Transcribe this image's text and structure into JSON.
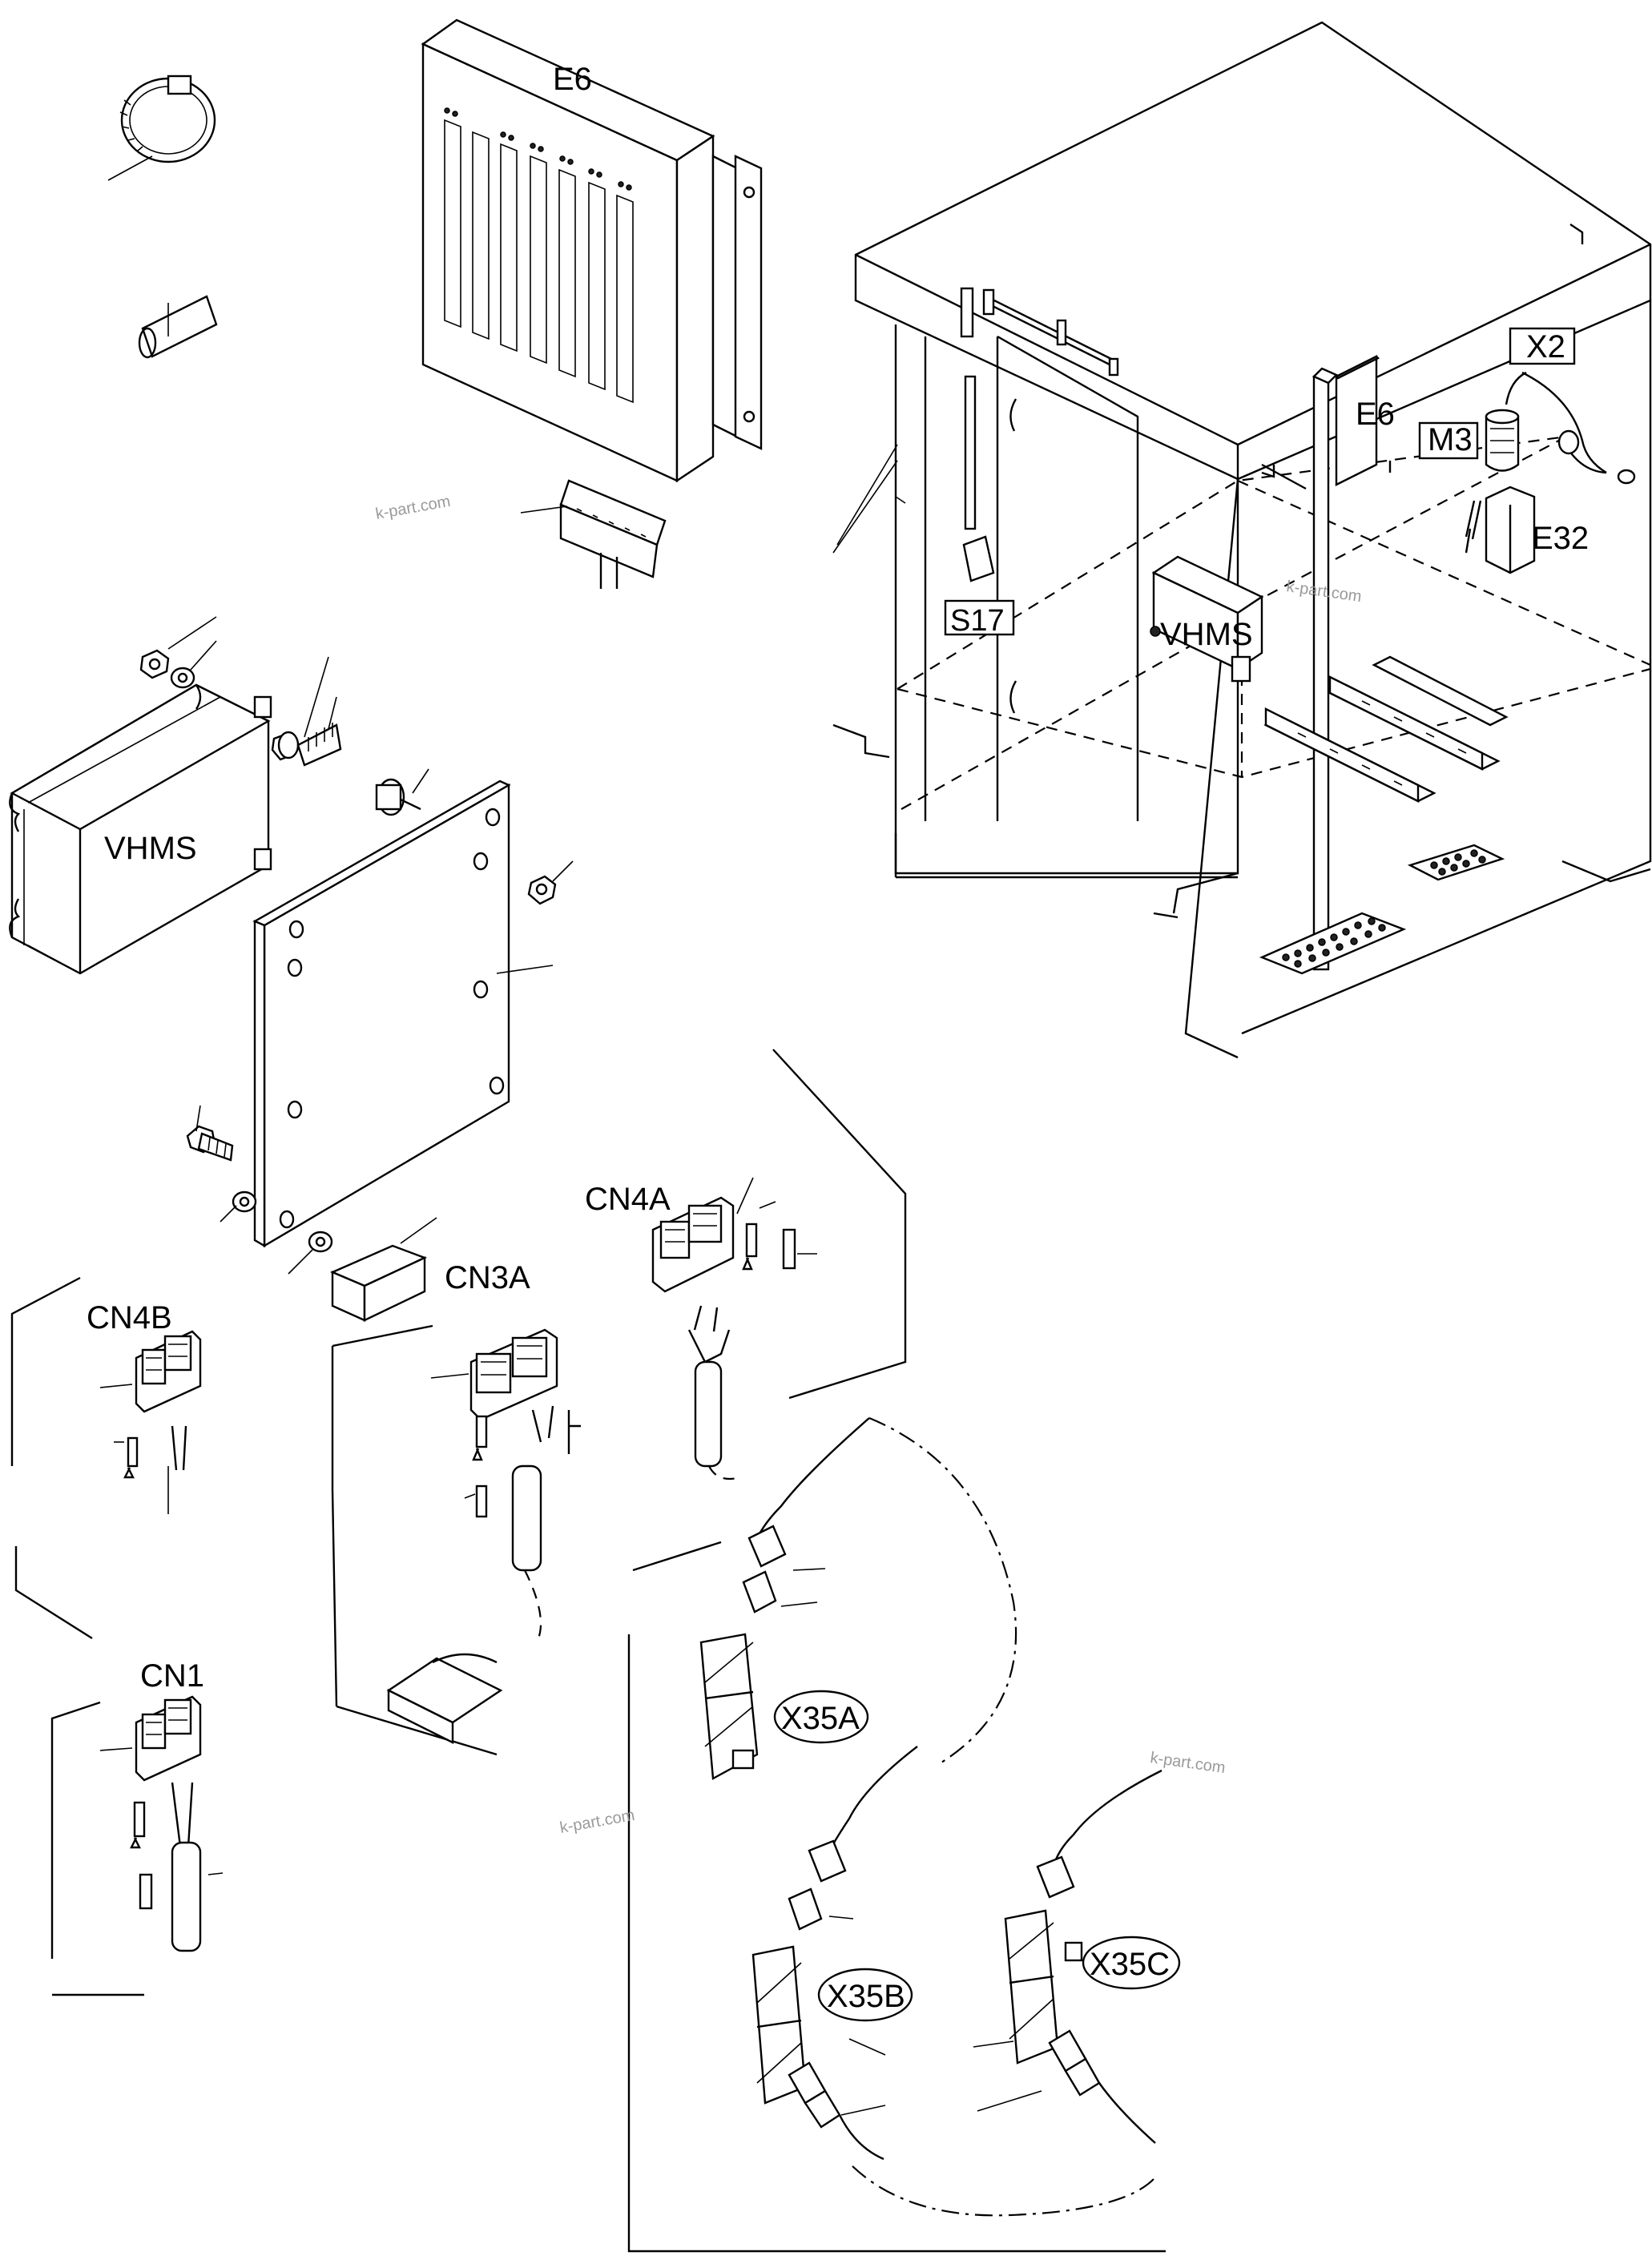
{
  "labels": {
    "e6_box": "E6",
    "e6_cab": "E6",
    "x2": "X2",
    "m3": "M3",
    "e32": "E32",
    "s17": "S17",
    "vhms_cab": "VHMS",
    "vhms_unit": "VHMS",
    "cn4a": "CN4A",
    "cn3a": "CN3A",
    "cn4b": "CN4B",
    "cn1": "CN1",
    "x35a": "X35A",
    "x35b": "X35B",
    "x35c": "X35C"
  },
  "watermarks": [
    "k-part.com",
    "k-part.com",
    "k-part.com",
    "k-part.com"
  ]
}
